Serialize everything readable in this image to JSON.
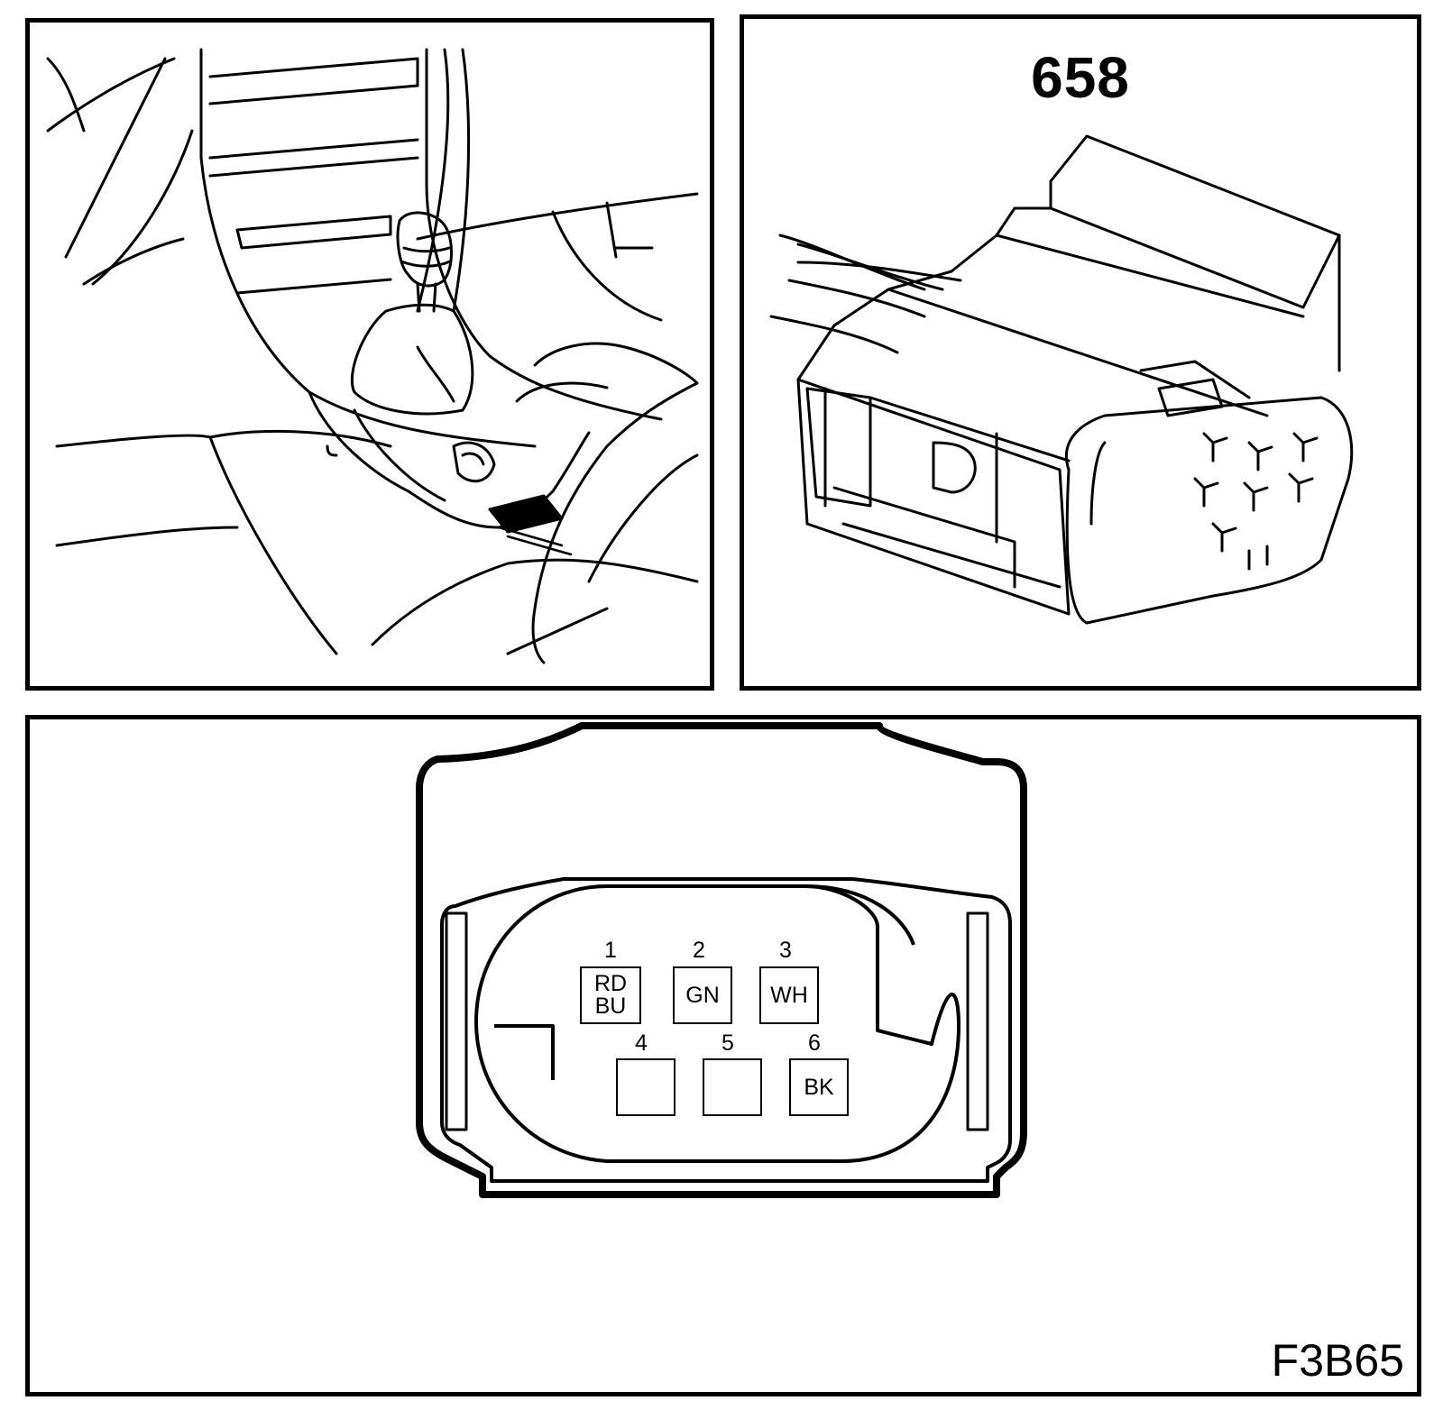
{
  "interior_view": {
    "icons": [
      "gear-lever-icon",
      "center-console-icon",
      "connector-location-marker-icon"
    ]
  },
  "connector_view": {
    "connector_number": "658",
    "housing_marking": "D",
    "icons": [
      "wiring-harness-icon",
      "connector-housing-icon"
    ]
  },
  "pinout": {
    "figure_code": "F3B65",
    "pins": [
      {
        "number": "1",
        "color_line1": "RD",
        "color_line2": "BU"
      },
      {
        "number": "2",
        "color_line1": "GN",
        "color_line2": ""
      },
      {
        "number": "3",
        "color_line1": "WH",
        "color_line2": ""
      },
      {
        "number": "4",
        "color_line1": "",
        "color_line2": ""
      },
      {
        "number": "5",
        "color_line1": "",
        "color_line2": ""
      },
      {
        "number": "6",
        "color_line1": "BK",
        "color_line2": ""
      }
    ]
  }
}
